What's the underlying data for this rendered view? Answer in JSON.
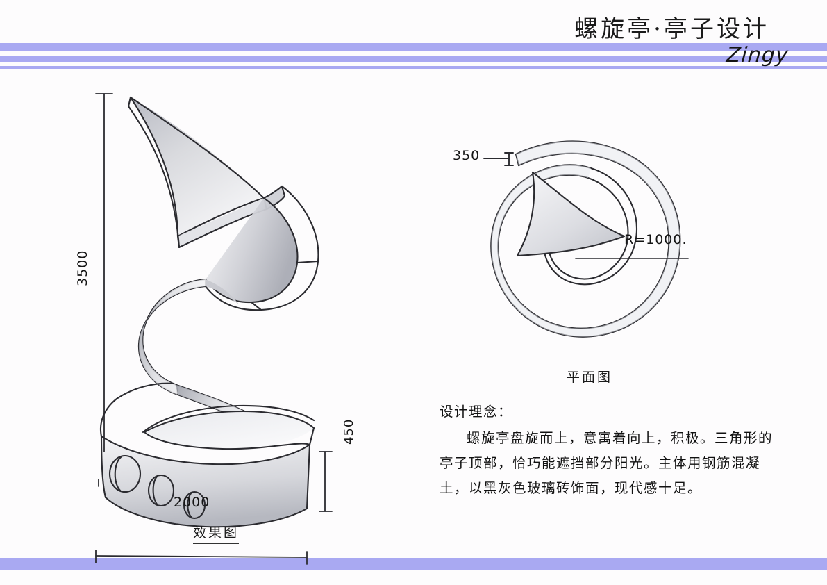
{
  "document": {
    "title": "螺旋亭·亭子设计",
    "signature": "Zingy",
    "accent_color": "#a9a9f2",
    "background_color": "#fdfcfd",
    "ink_color": "#1a1a1a"
  },
  "figures": {
    "elevation": {
      "caption": "效果图",
      "dimensions": {
        "height": "3500",
        "base_height": "450",
        "width": "2000"
      }
    },
    "plan": {
      "caption": "平面图",
      "dimensions": {
        "thickness": "350",
        "radius": "R=1000."
      }
    }
  },
  "description": {
    "heading": "设计理念：",
    "body": "螺旋亭盘旋而上，意寓着向上，积极。三角形的亭子顶部，恰巧能遮挡部分阳光。主体用钢筋混凝土，以黑灰色玻璃砖饰面，现代感十足。"
  }
}
